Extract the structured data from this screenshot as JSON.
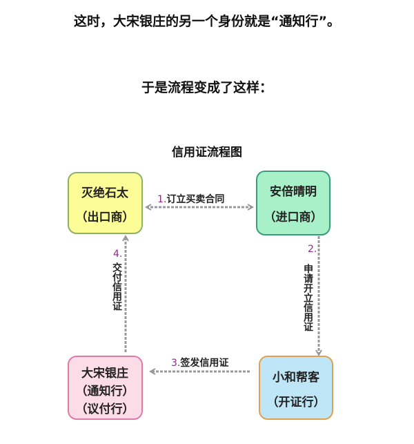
{
  "text": {
    "line1": "这时，大宋银庄的另一个身份就是“通知行”。",
    "line2": "于是流程变成了这样："
  },
  "diagram": {
    "title": "信用证流程图",
    "nodes": [
      {
        "name": "灭绝石太",
        "role": "（出口商）",
        "color": "#fdfd98",
        "border": "#8ab06a"
      },
      {
        "name": "安倍晴明",
        "role": "（进口商）",
        "color": "#a8f0c8",
        "border": "#3a9a7a"
      },
      {
        "name": "大宋银庄",
        "role": "（通知行）",
        "role2": "（议付行）",
        "color": "#fcdce6",
        "border": "#e07aa8"
      },
      {
        "name": "小和帮客",
        "role": "（开证行）",
        "color": "#bfe6f6",
        "border": "#e0a050"
      }
    ],
    "edges": [
      {
        "num": "1.",
        "label": "订立买卖合同"
      },
      {
        "num": "2.",
        "label": "申请开立信用证"
      },
      {
        "num": "3.",
        "label": "签发信用证"
      },
      {
        "num": "4.",
        "label": "交付信用证"
      }
    ],
    "arrow_color": "#999999"
  }
}
